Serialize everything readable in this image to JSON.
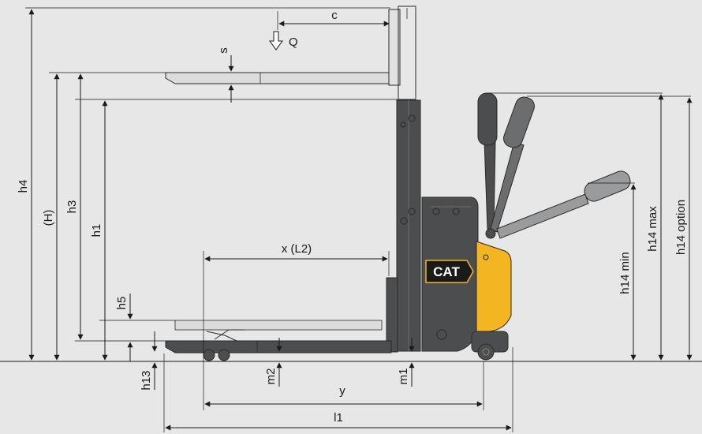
{
  "colors": {
    "background": "#e7e7e8",
    "truck_body": "#4b4d4f",
    "cat_yellow": "#f3b521",
    "fork_light": "#dcdcdc",
    "line": "#1a1a1a"
  },
  "icons": {
    "load_arrow": "down-arrow-icon",
    "logo": "cat-logo"
  },
  "logo_text": "CAT",
  "labels": {
    "h4": "h4",
    "H": "(H)",
    "h3": "h3",
    "h1": "h1",
    "h5": "h5",
    "h13": "h13",
    "m2": "m2",
    "m1": "m1",
    "y": "y",
    "l1": "l1",
    "x_L2": "x (L2)",
    "c": "c",
    "Q": "Q",
    "s": "s",
    "h14_min": "h14 min",
    "h14_max": "h14 max",
    "h14_option": "h14 option"
  }
}
